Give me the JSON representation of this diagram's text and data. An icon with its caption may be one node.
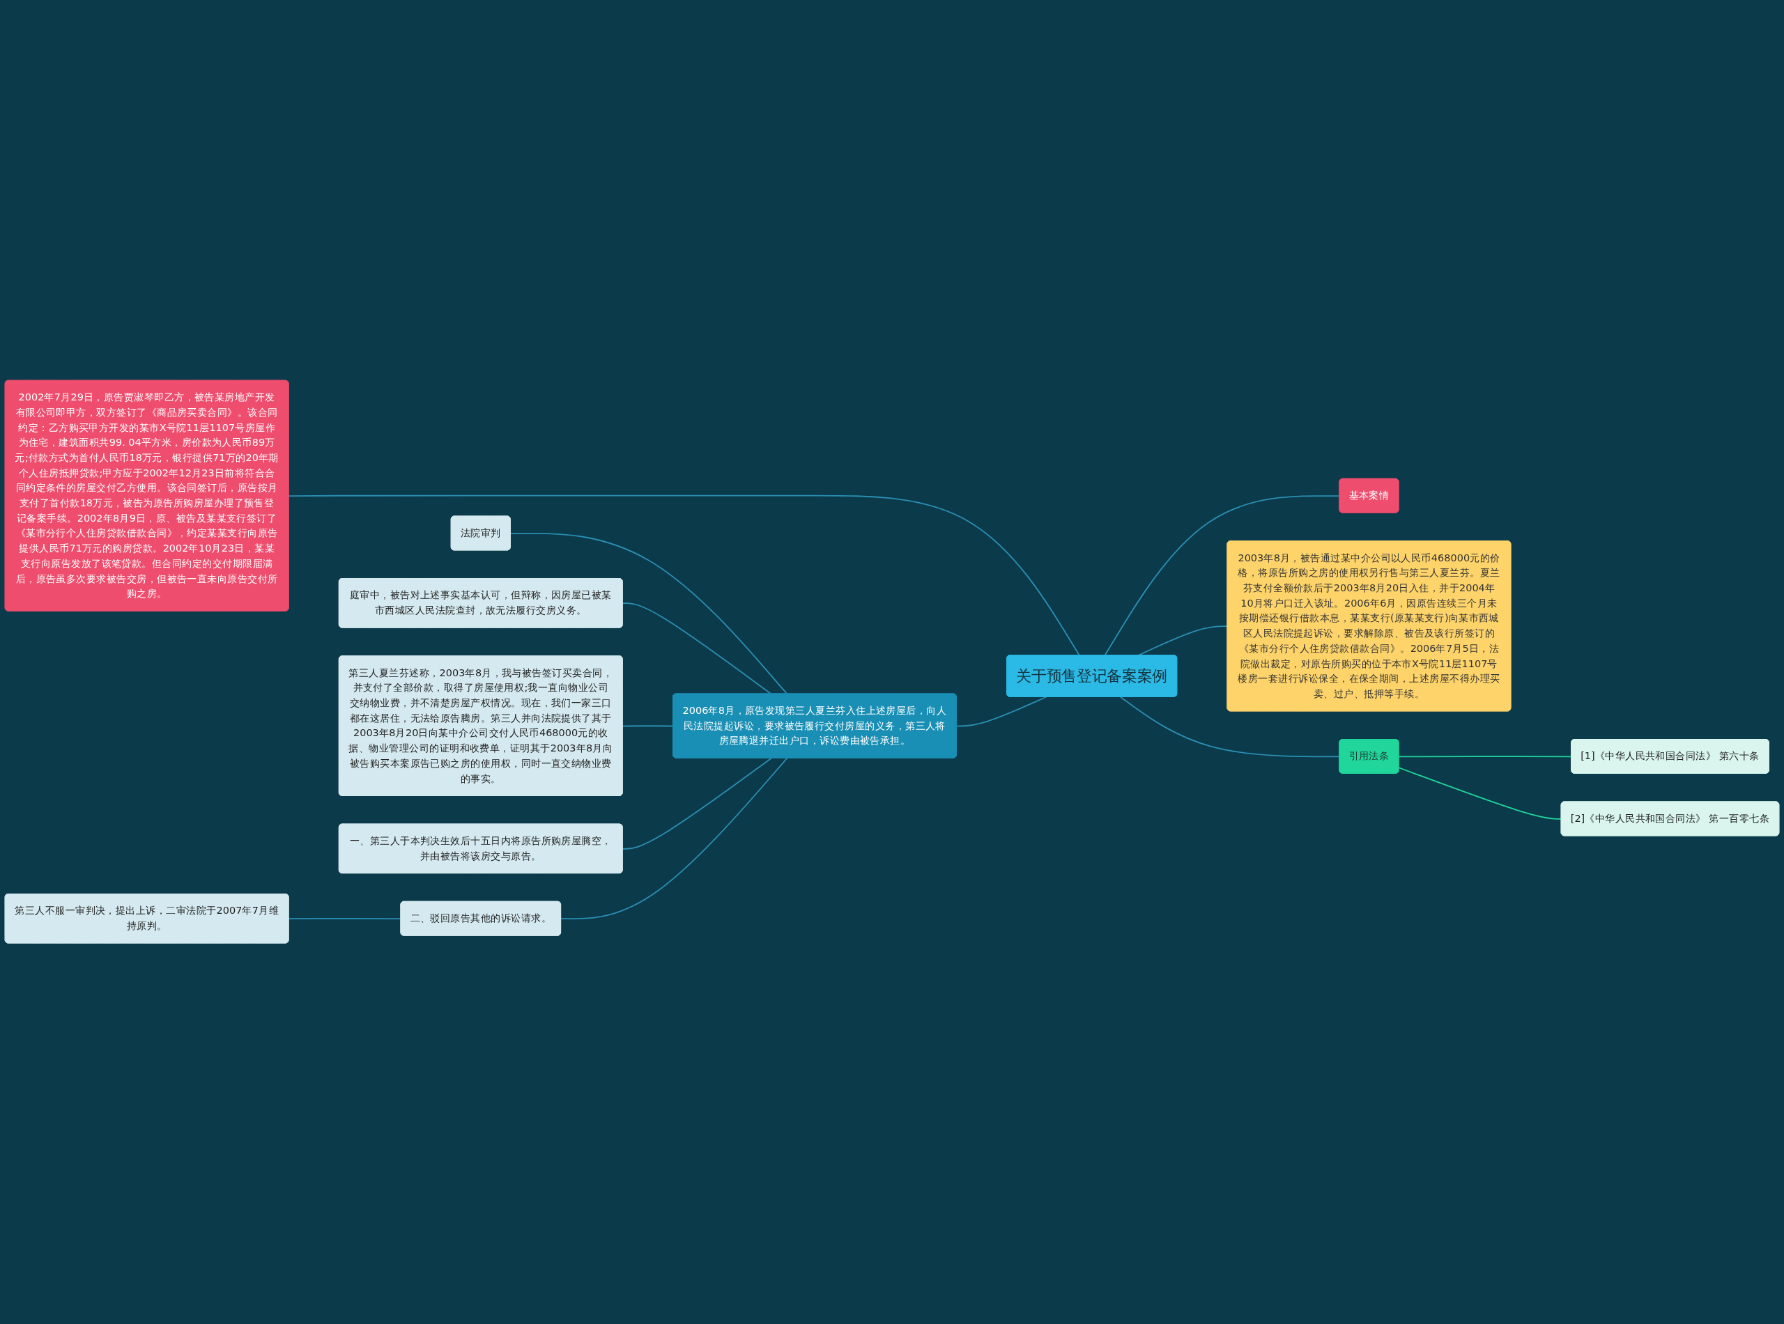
{
  "diagram": {
    "nodes": [
      {
        "text": [
          "关于预售登记备案案例"
        ]
      },
      {
        "text": [
          "2002年7月29日，原告贾淑琴即乙方，被告某房地产开发有限公司即甲方，双方签订了《商品房买卖合同》。该合同约定：乙方购买甲方开发的某市X号院11层1107号房屋作为住宅，建筑面积共99. 04平方米，房价款为人民币89万元;付款方式为首付人民币18万元，银行提供71万的20年期个人住房抵押贷款;甲方应于2002年12月23日前将符合合同约定条件的房屋交付乙方使用。该合同签订后，原告按月支付了首付款18万元，被告为原告所购房屋办理了预售登记备案手续。2002年8月9日，原、被告及某某支行签订了《某市分行个人住房贷款借款合同》，约定某某支行向原告提供人民币71万元的购房贷款。2002年10月23日，某某支行向原告发放了该笔贷款。但合同约定的交付期限届满后，原告虽多次要求被告交房，但被告一直未向原告交付所购之房。"
        ]
      },
      {
        "text": [
          "2006年8月，原告发现第三人夏兰芬入住上述房屋后，向人民法院提起诉讼，要求被告履行交付房屋的义务，第三人将房屋腾退并迁出户口，诉讼费由被告承担。"
        ]
      },
      {
        "text": [
          "法院审判"
        ]
      },
      {
        "text": [
          "庭审中，被告对上述事实基本认可，但辩称，因房屋已被某市西城区人民法院查封，故无法履行交房义务。"
        ]
      },
      {
        "text": [
          "第三人夏兰芬述称，2003年8月，我与被告签订买卖合同，并支付了全部价款，取得了房屋使用权;我一直向物业公司交纳物业费，并不清楚房屋产权情况。现在，我们一家三口都在这居住，无法给原告腾房。第三人并向法院提供了其于2003年8月20日向某中介公司交付人民币468000元的收据、物业管理公司的证明和收费单，证明其于2003年8月向被告购买本案原告已购之房的使用权，同时一直交纳物业费的事实。"
        ]
      },
      {
        "text": [
          "一、第三人于本判决生效后十五日内将原告所购房屋腾空，并由被告将该房交与原告。"
        ]
      },
      {
        "text": [
          "二、驳回原告其他的诉讼请求。"
        ]
      },
      {
        "text": [
          "第三人不服一审判决，提出上诉，二审法院于2007年7月维持原判。"
        ]
      },
      {
        "text": [
          "基本案情"
        ]
      },
      {
        "text": [
          "2003年8月，被告通过某中介公司以人民币468000元的价格，将原告所购之房的使用权另行售与第三人夏兰芬。夏兰芬支付全额价款后于2003年8月20日入住，并于2004年10月将户口迁入该址。2006年6月，因原告连续三个月未按期偿还银行借款本息，某某支行(原某某支行)向某市西城区人民法院提起诉讼，要求解除原、被告及该行所签订的《某市分行个人住房贷款借款合同》。2006年7月5日，法院做出裁定，对原告所购买的位于本市X号院11层1107号楼房一套进行诉讼保全，在保全期间，上述房屋不得办理买卖、过户、抵押等手续。"
        ]
      },
      {
        "text": [
          "引用法条"
        ]
      },
      {
        "text": [
          "[1]《中华人民共和国合同法》 第六十条"
        ]
      },
      {
        "text": [
          "[2]《中华人民共和国合同法》 第一百零七条"
        ]
      }
    ],
    "edges": [
      {
        "from": 0,
        "to": 1,
        "arrow": "none"
      },
      {
        "from": 0,
        "to": 2,
        "arrow": "none"
      },
      {
        "from": 2,
        "to": 3,
        "arrow": "none"
      },
      {
        "from": 2,
        "to": 4,
        "arrow": "none"
      },
      {
        "from": 2,
        "to": 5,
        "arrow": "none"
      },
      {
        "from": 2,
        "to": 6,
        "arrow": "none"
      },
      {
        "from": 2,
        "to": 7,
        "arrow": "none"
      },
      {
        "from": 7,
        "to": 8,
        "arrow": "none"
      },
      {
        "from": 0,
        "to": 9,
        "arrow": "none"
      },
      {
        "from": 0,
        "to": 10,
        "arrow": "none"
      },
      {
        "from": 0,
        "to": 11,
        "arrow": "none"
      },
      {
        "from": 11,
        "to": 12,
        "arrow": "none",
        "color": "#20d69a"
      },
      {
        "from": 11,
        "to": 13,
        "arrow": "none",
        "color": "#20d69a"
      }
    ]
  }
}
